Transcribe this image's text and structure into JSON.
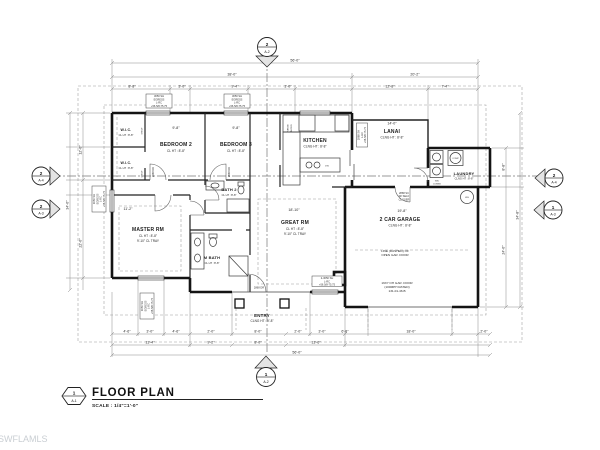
{
  "watermark": "SWFLAMLS",
  "title_block": {
    "num": "1",
    "sheet": "A-1",
    "title": "FLOOR PLAN",
    "scale": "SCALE : 1/4\"=1'-0\""
  },
  "markers": {
    "top": {
      "num": "2",
      "sheet": "A-2"
    },
    "bottom": {
      "num": "1",
      "sheet": "A-2"
    },
    "left_upper": {
      "num": "2",
      "sheet": "A-4"
    },
    "left_lower": {
      "num": "2",
      "sheet": "A-3"
    },
    "right_upper": {
      "num": "2",
      "sheet": "A-4"
    },
    "right_lower": {
      "num": "1",
      "sheet": "A-3"
    }
  },
  "rooms": {
    "bedroom2": {
      "name": "BEDROOM 2",
      "clg": "CL HT : 8'-8\""
    },
    "bedroom3": {
      "name": "BEDROOM 3",
      "clg": "CL HT : 8'-8\""
    },
    "wic1": {
      "name": "W.I.C.",
      "clg": "CL HT : 8'-8\""
    },
    "wic2": {
      "name": "W.I.C.",
      "clg": "CL HT : 8'-8\""
    },
    "bath2": {
      "name": "BATH 2",
      "clg": "CL HT : 8'-8\""
    },
    "master": {
      "name": "MASTER RM",
      "clg": "CL HT : 8'-8\"",
      "tray": "9'-10\" CL TRAY"
    },
    "mbath": {
      "name": "M BATH",
      "clg": "CL HT : 8'-8\""
    },
    "great": {
      "name": "GREAT RM",
      "clg": "CL HT : 8'-8\"",
      "tray": "9'-10\" CL TRAY"
    },
    "kitchen": {
      "name": "KITCHEN",
      "clg": "CLNG HT : 8'-8\""
    },
    "lanai": {
      "name": "LANAI",
      "clg": "CLNG HT : 8'-8\""
    },
    "laundry": {
      "name": "LAUNDRY",
      "clg": "CLNG HT : 8'-8\""
    },
    "garage": {
      "name": "2 CAR GARAGE",
      "clg": "CLNG HT : 8'-8\""
    },
    "entry": {
      "name": "ENTRY",
      "clg": "CLNG HT : 9'-8\""
    }
  },
  "dims": {
    "overall_top": "56'-0\"",
    "top_left": "38'-0\"",
    "top_right": "20'-2\"",
    "top3": [
      "8'-8\"",
      "3'-0\"",
      "9'-4\"",
      "3'-0\"",
      "12'-8\"",
      "7'-4\""
    ],
    "bottom1": [
      "4'-6\"",
      "3'-0\"",
      "4'-6\"",
      "2'-0\"",
      "8'-0\"",
      "2'-0\"",
      "3'-0\"",
      "6'-8\"",
      "18'-0\"",
      "2'-0\""
    ],
    "bottom2": [
      "13'-4\"",
      "9'-2\"",
      "8'-0\"",
      "13'-6\""
    ],
    "overall_bottom": "56'-0\"",
    "left": [
      "12'-0\"",
      "34'-0\"",
      "22'-0\""
    ],
    "right": [
      "8'-8\"",
      "24'-0\"",
      "34'-8\""
    ],
    "br2": "9'-8\"",
    "br3": "9'-8\"",
    "master": "11'-2\"",
    "great": "18'-10\"",
    "garage": "19'-8\"",
    "lanai": "14'-0\""
  },
  "tags": {
    "win_a": [
      "3050 SH",
      "EGRESS",
      "L-RC",
      "+56.5/8-75.75"
    ],
    "win_b": [
      "2-3050 SH",
      "L-RC",
      "+56.5/8-75.75"
    ],
    "win_c": [
      "2868 SH",
      "L-HC",
      "+56.5/8-75.75"
    ],
    "door_entry": "2868 DR",
    "door_br": "2668 DR",
    "door_garage": [
      "2868 SC",
      "W/ SELF",
      "CLOSER"
    ]
  },
  "notes": {
    "gar_open": [
      "LINE (DASHED) OF",
      "OPEN GAR. DOOR"
    ],
    "gar_door": [
      "16X7 OH GAR. DOOR",
      "(100MPH RATED)",
      "131-01-46.B"
    ]
  },
  "fixtures": {
    "comp": "COMP",
    "wh": "WH",
    "wd": [
      "W/D",
      "COMBO"
    ],
    "range": [
      "RANGE",
      "MICRO"
    ],
    "dw": "DW",
    "shelf": "SHELF"
  }
}
